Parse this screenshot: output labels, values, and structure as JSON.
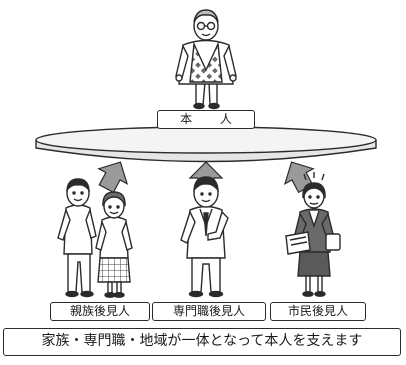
{
  "diagram": {
    "person_label": "本 人",
    "guardians": [
      {
        "label": "親族後見人"
      },
      {
        "label": "専門職後見人"
      },
      {
        "label": "市民後見人"
      }
    ],
    "caption": "家族・専門職・地域が一体となって本人を支えます"
  },
  "colors": {
    "line": "#2b2b2b",
    "arrow_fill": "#9a9a9a",
    "platform_fill": "#f4f4f4",
    "vest_pattern": "#555555"
  }
}
